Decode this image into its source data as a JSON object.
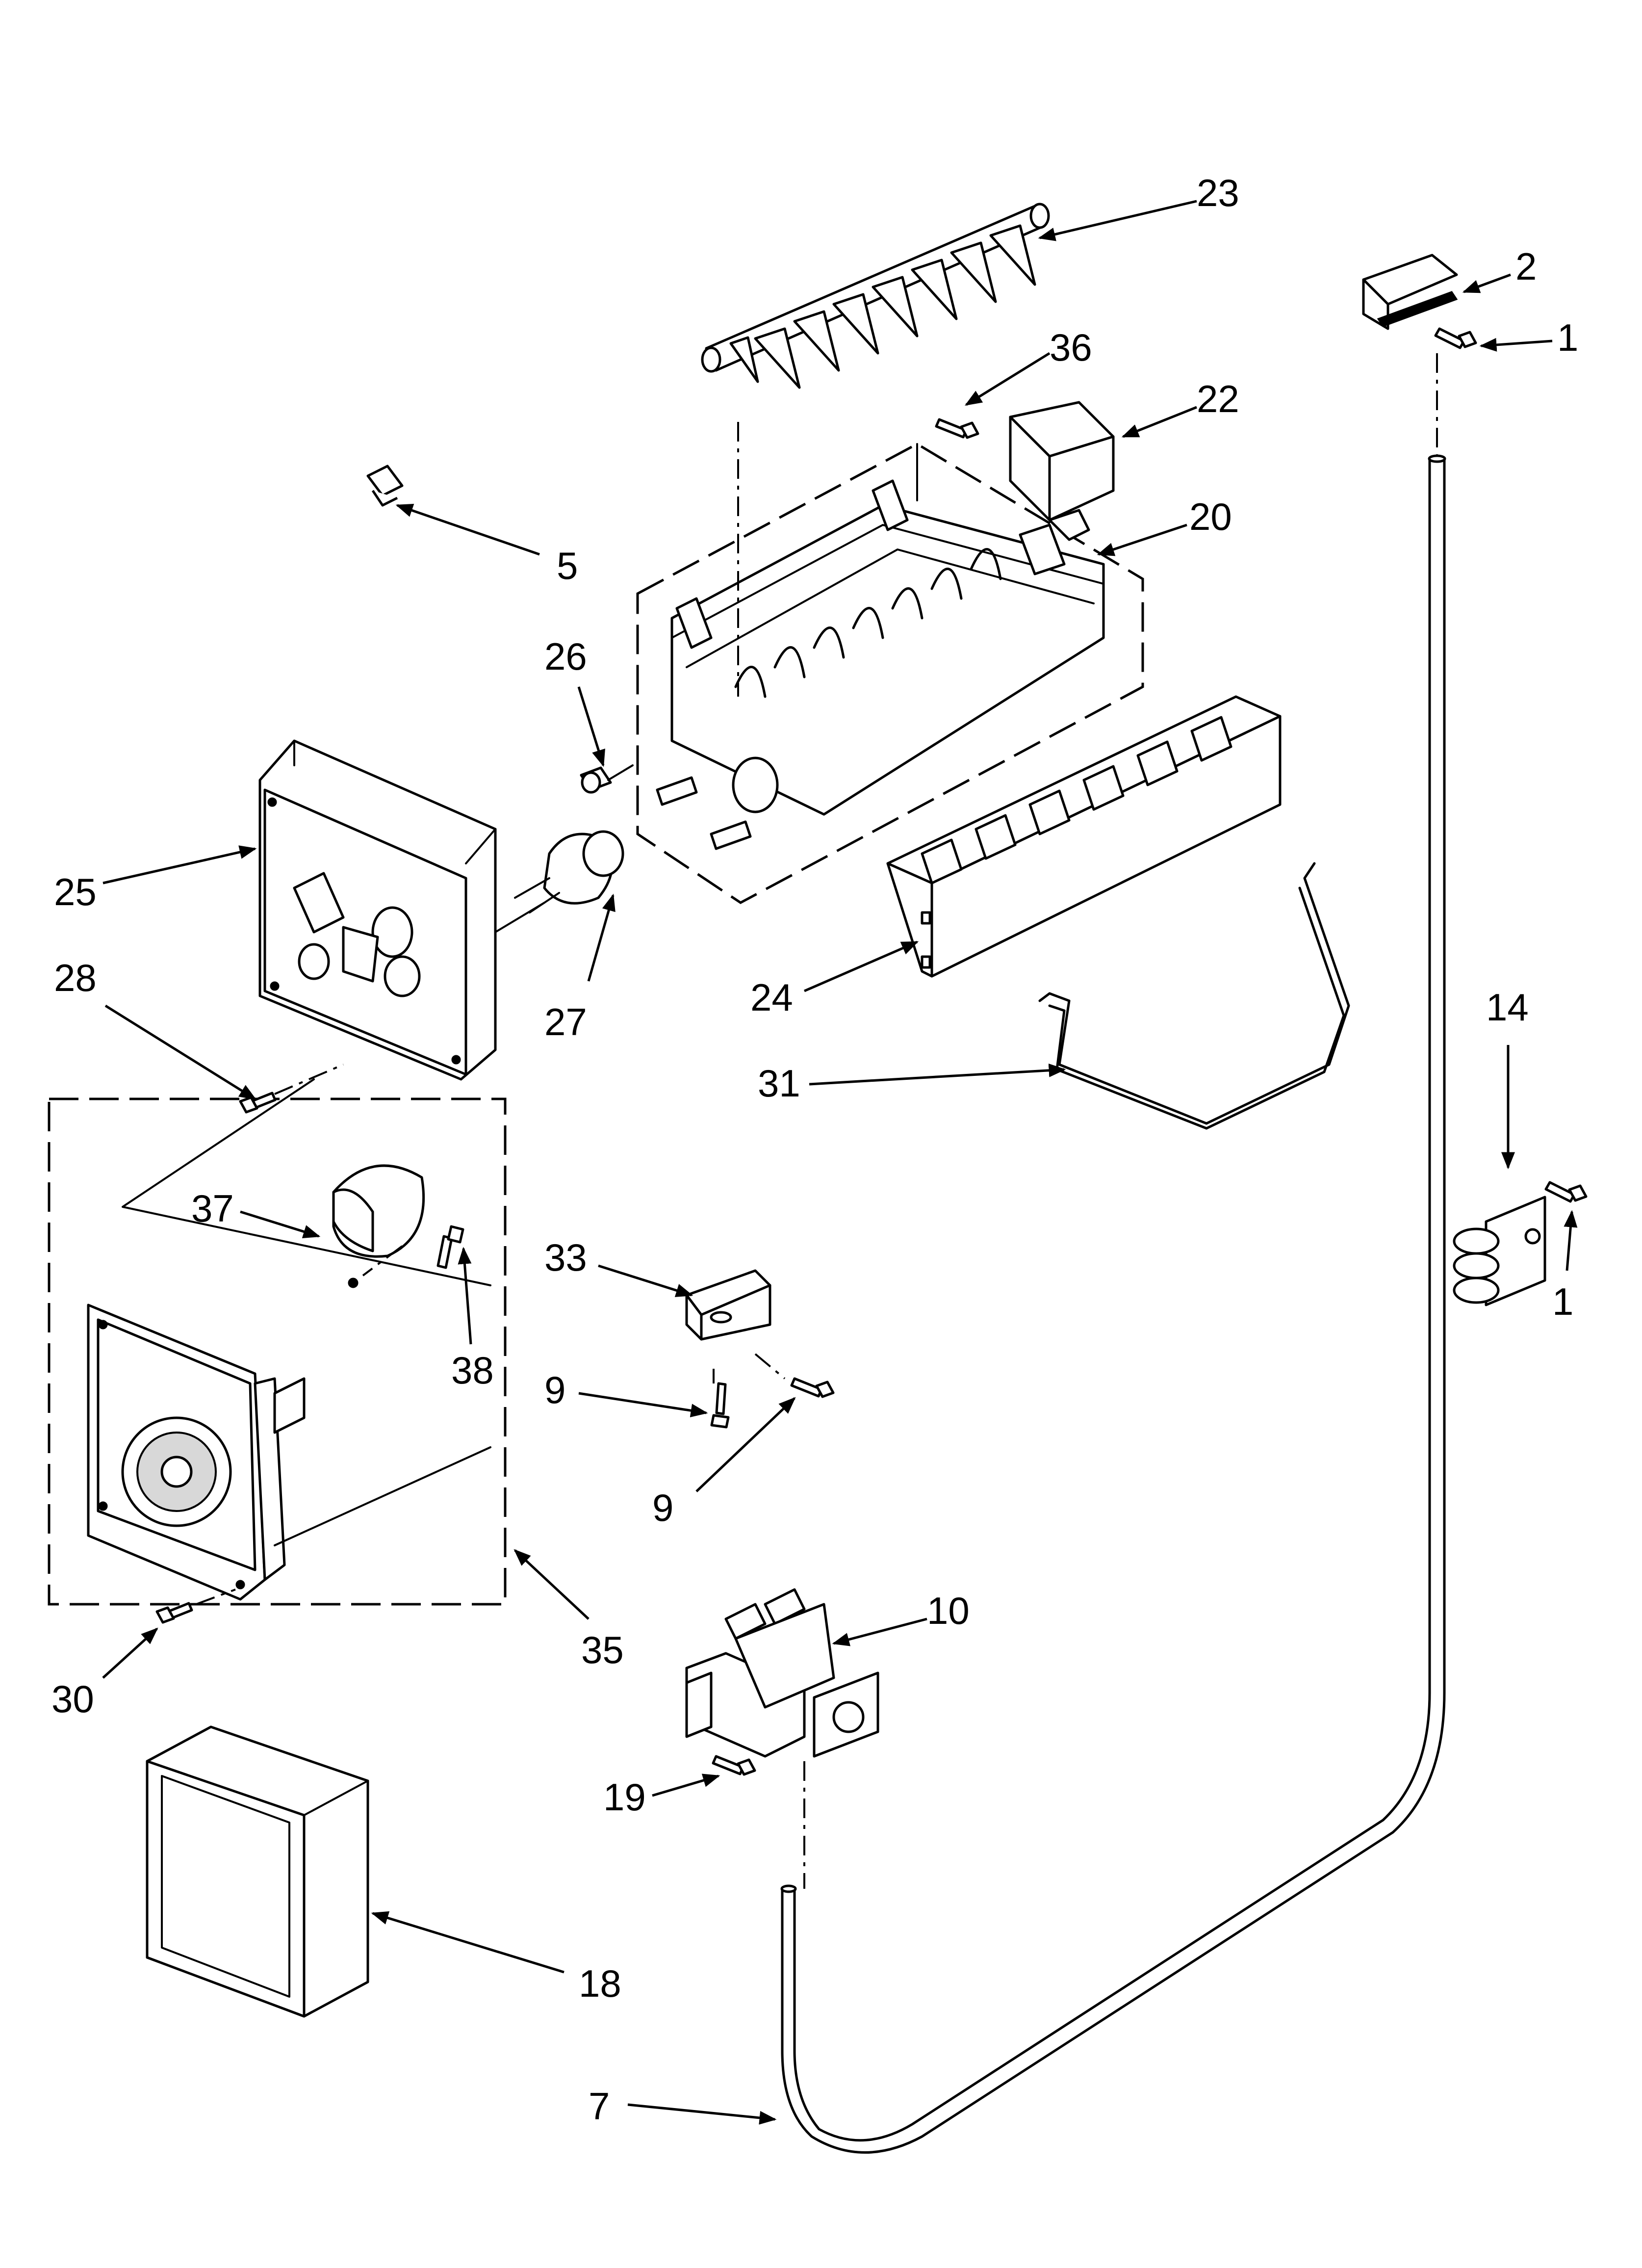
{
  "labels": {
    "p1a": "1",
    "p1b": "1",
    "p2": "2",
    "p5": "5",
    "p7": "7",
    "p9a": "9",
    "p9b": "9",
    "p10": "10",
    "p14": "14",
    "p18": "18",
    "p19": "19",
    "p20": "20",
    "p22": "22",
    "p23": "23",
    "p24": "24",
    "p25": "25",
    "p26": "26",
    "p27": "27",
    "p28": "28",
    "p30": "30",
    "p31": "31",
    "p33": "33",
    "p35": "35",
    "p36": "36",
    "p37": "37",
    "p38": "38"
  }
}
